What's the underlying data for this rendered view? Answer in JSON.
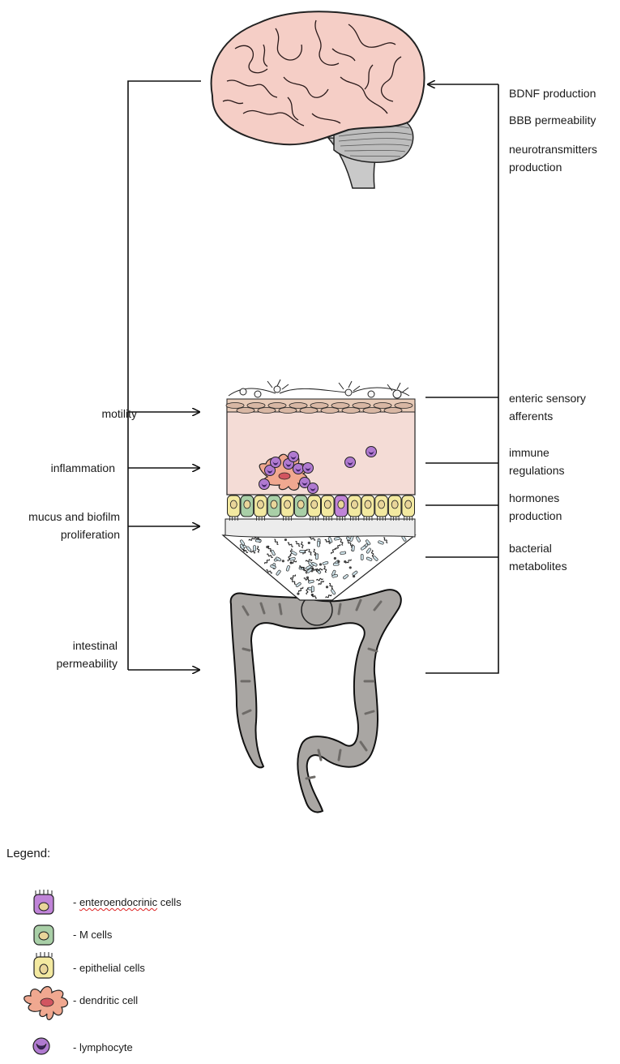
{
  "right_labels": {
    "bdnf": "BDNF production",
    "bbb": "BBB permeability",
    "neuro_line1": "neurotransmitters",
    "neuro_line2": "production",
    "enteric_line1": "enteric sensory",
    "enteric_line2": "afferents",
    "immune_line1": "immune",
    "immune_line2": "regulations",
    "hormones_line1": "hormones",
    "hormones_line2": "production",
    "bacterial_line1": "bacterial",
    "bacterial_line2": "metabolites"
  },
  "left_labels": {
    "motility": "motility",
    "inflammation": "inflammation",
    "mucus_line1": "mucus and biofilm",
    "mucus_line2": "proliferation",
    "intestinal_line1": "intestinal",
    "intestinal_line2": "permeability"
  },
  "legend": {
    "title": "Legend:",
    "enteroendocrine_prefix": "- ",
    "enteroendocrine_word": "enteroendocrinic",
    "enteroendocrine_suffix": " cells",
    "m_cells": "- M cells",
    "epithelial": "- epithelial cells",
    "dendritic": "- dendritic cell",
    "lymphocyte": "- lymphocyte"
  },
  "colors": {
    "brain": "#f5cec6",
    "brainstem": "#c9c9c9",
    "tissue": "#f4dcd6",
    "colon": "#a9a6a3",
    "enteroendocrine": "#c084d8",
    "m_cell": "#a9cfa7",
    "epithelial": "#f3e9a0",
    "dendritic": "#f0a890",
    "lymphocyte": "#b07ad0"
  }
}
